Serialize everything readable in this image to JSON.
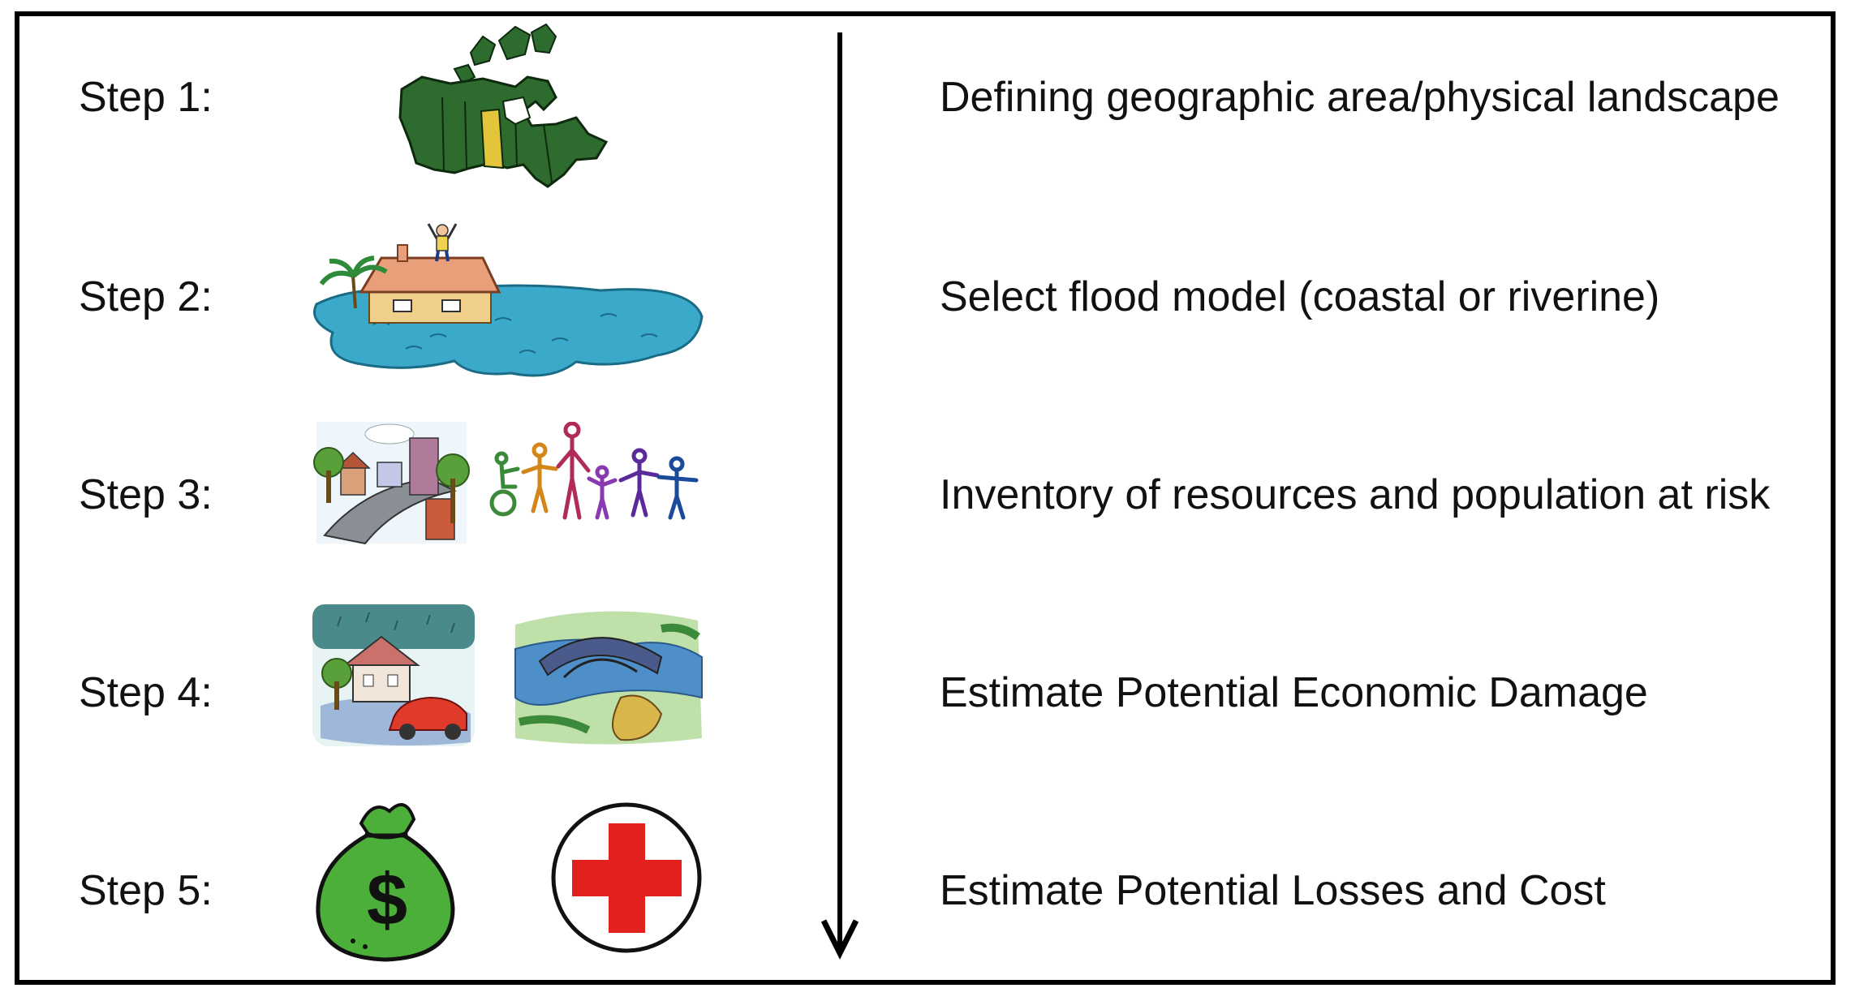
{
  "steps": [
    {
      "label": "Step 1:",
      "description": "Defining geographic area/physical landscape",
      "icons": [
        "canada-map-icon"
      ]
    },
    {
      "label": "Step 2:",
      "description": "Select flood model (coastal or riverine)",
      "icons": [
        "flooded-house-icon"
      ]
    },
    {
      "label": "Step 3:",
      "description": "Inventory of resources and population at risk",
      "icons": [
        "town-street-icon",
        "people-chain-icon"
      ]
    },
    {
      "label": "Step 4:",
      "description": "Estimate Potential Economic Damage",
      "icons": [
        "flooded-houses-car-icon",
        "flooded-bridge-icon"
      ]
    },
    {
      "label": "Step 5:",
      "description": "Estimate Potential Losses and Cost",
      "icons": [
        "money-bag-icon",
        "red-cross-icon"
      ]
    }
  ],
  "colors": {
    "map_green": "#2e6b2e",
    "map_highlight": "#e2c53a",
    "water": "#3ba9c9",
    "money_green": "#4caf3a",
    "cross_red": "#e3211c"
  }
}
